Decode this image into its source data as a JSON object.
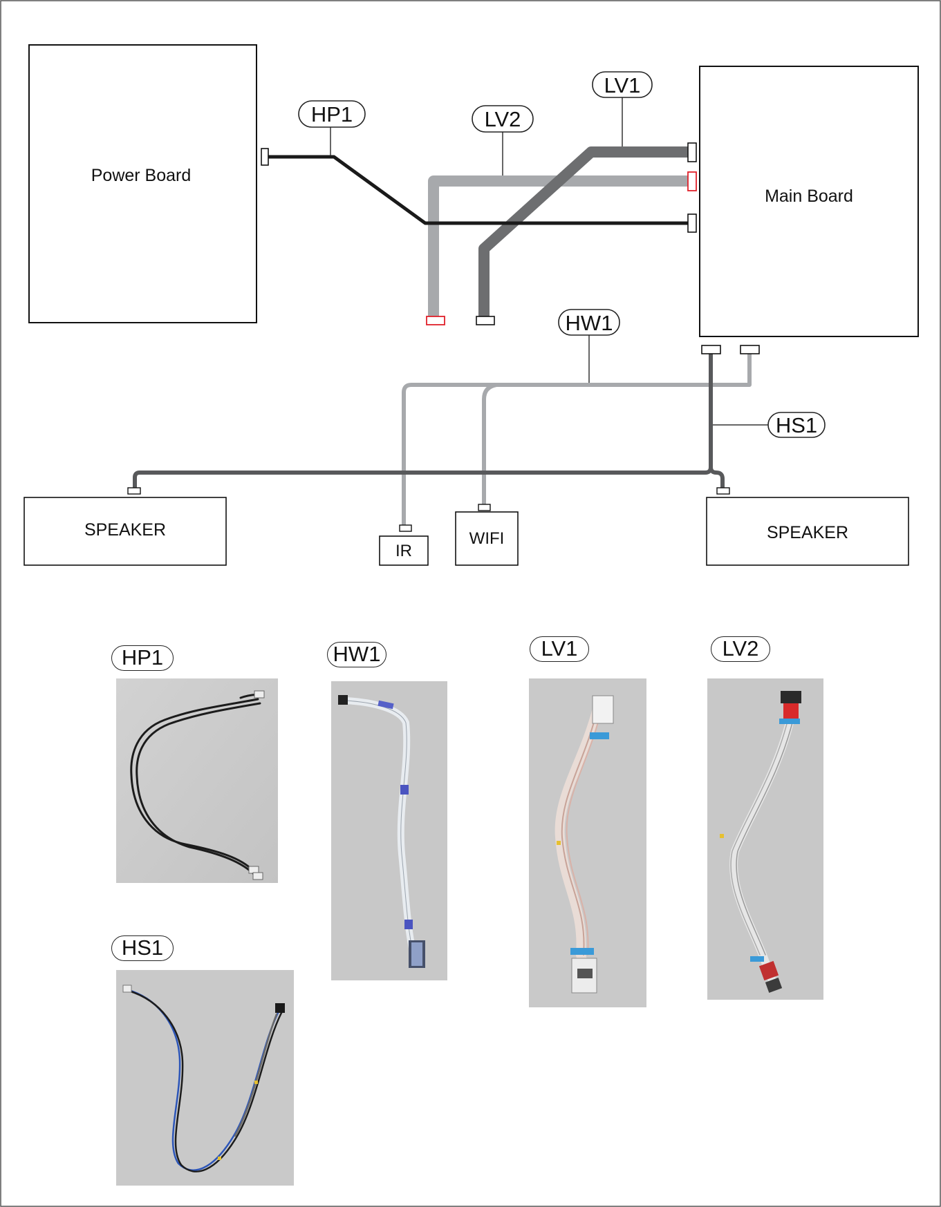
{
  "boards": {
    "power": "Power Board",
    "main": "Main Board"
  },
  "devices": {
    "speaker_left": "SPEAKER",
    "speaker_right": "SPEAKER",
    "ir": "IR",
    "wifi": "WIFI"
  },
  "cables": {
    "hp1": "HP1",
    "lv2": "LV2",
    "lv1": "LV1",
    "hw1": "HW1",
    "hs1": "HS1"
  },
  "photos": {
    "hp1": "HP1",
    "hw1": "HW1",
    "lv1": "LV1",
    "lv2": "LV2",
    "hs1": "HS1"
  },
  "colors": {
    "hp1_cable": "#1a1a1a",
    "lv1_cable": "#6d6e70",
    "lv2_cable": "#a7a9ac",
    "hw1_cable": "#a7a9ac",
    "hs1_cable": "#58595b",
    "connector_highlight": "#e0202a",
    "photo_background": "#c9c9c9"
  }
}
